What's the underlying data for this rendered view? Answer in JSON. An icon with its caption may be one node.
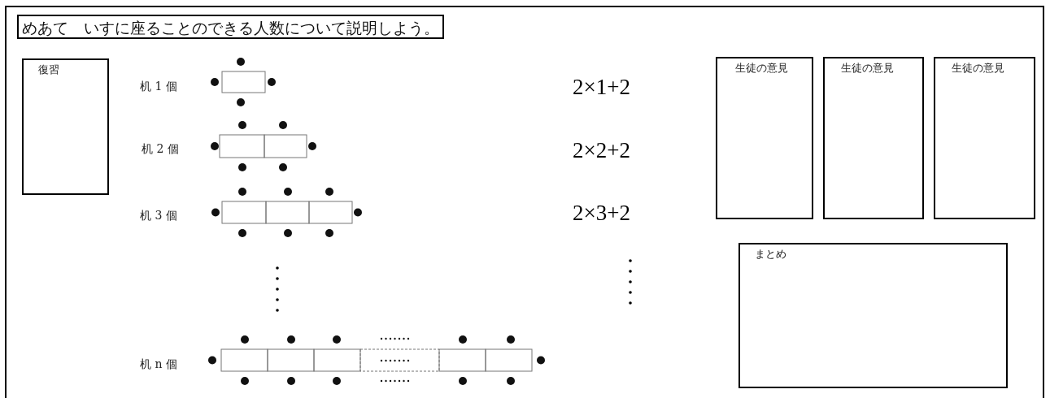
{
  "diagram": {
    "title": "めあて　いすに座ることのできる人数について説明しよう。",
    "nodes": [
      {
        "text": [
          "復習"
        ]
      },
      {
        "text": [
          "生徒の意見"
        ]
      },
      {
        "text": [
          "生徒の意見"
        ]
      },
      {
        "text": [
          "生徒の意見"
        ]
      },
      {
        "text": [
          "まとめ"
        ]
      }
    ],
    "labels": [
      "机 1 個",
      "2×1+2",
      "机 2 個",
      "2×2+2",
      "机 3 個",
      "2×3+2",
      "机 n 個"
    ]
  }
}
